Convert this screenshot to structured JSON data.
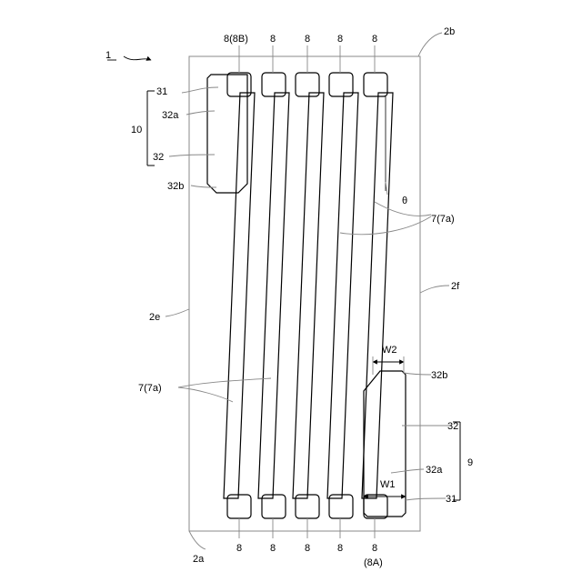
{
  "labels": {
    "figure_number": "1",
    "terminal": "8",
    "terminal_8B": "8(8B)",
    "terminal_8A_sub": "(8A)",
    "corner_2a": "2a",
    "corner_2b": "2b",
    "side_2e": "2e",
    "side_2f": "2f",
    "wire": "7(7a)",
    "angle": "θ",
    "pad": "31",
    "portion_32": "32",
    "portion_32a": "32a",
    "portion_32b": "32b",
    "group_10": "10",
    "group_9": "9",
    "width_W1": "W1",
    "width_W2": "W2"
  }
}
